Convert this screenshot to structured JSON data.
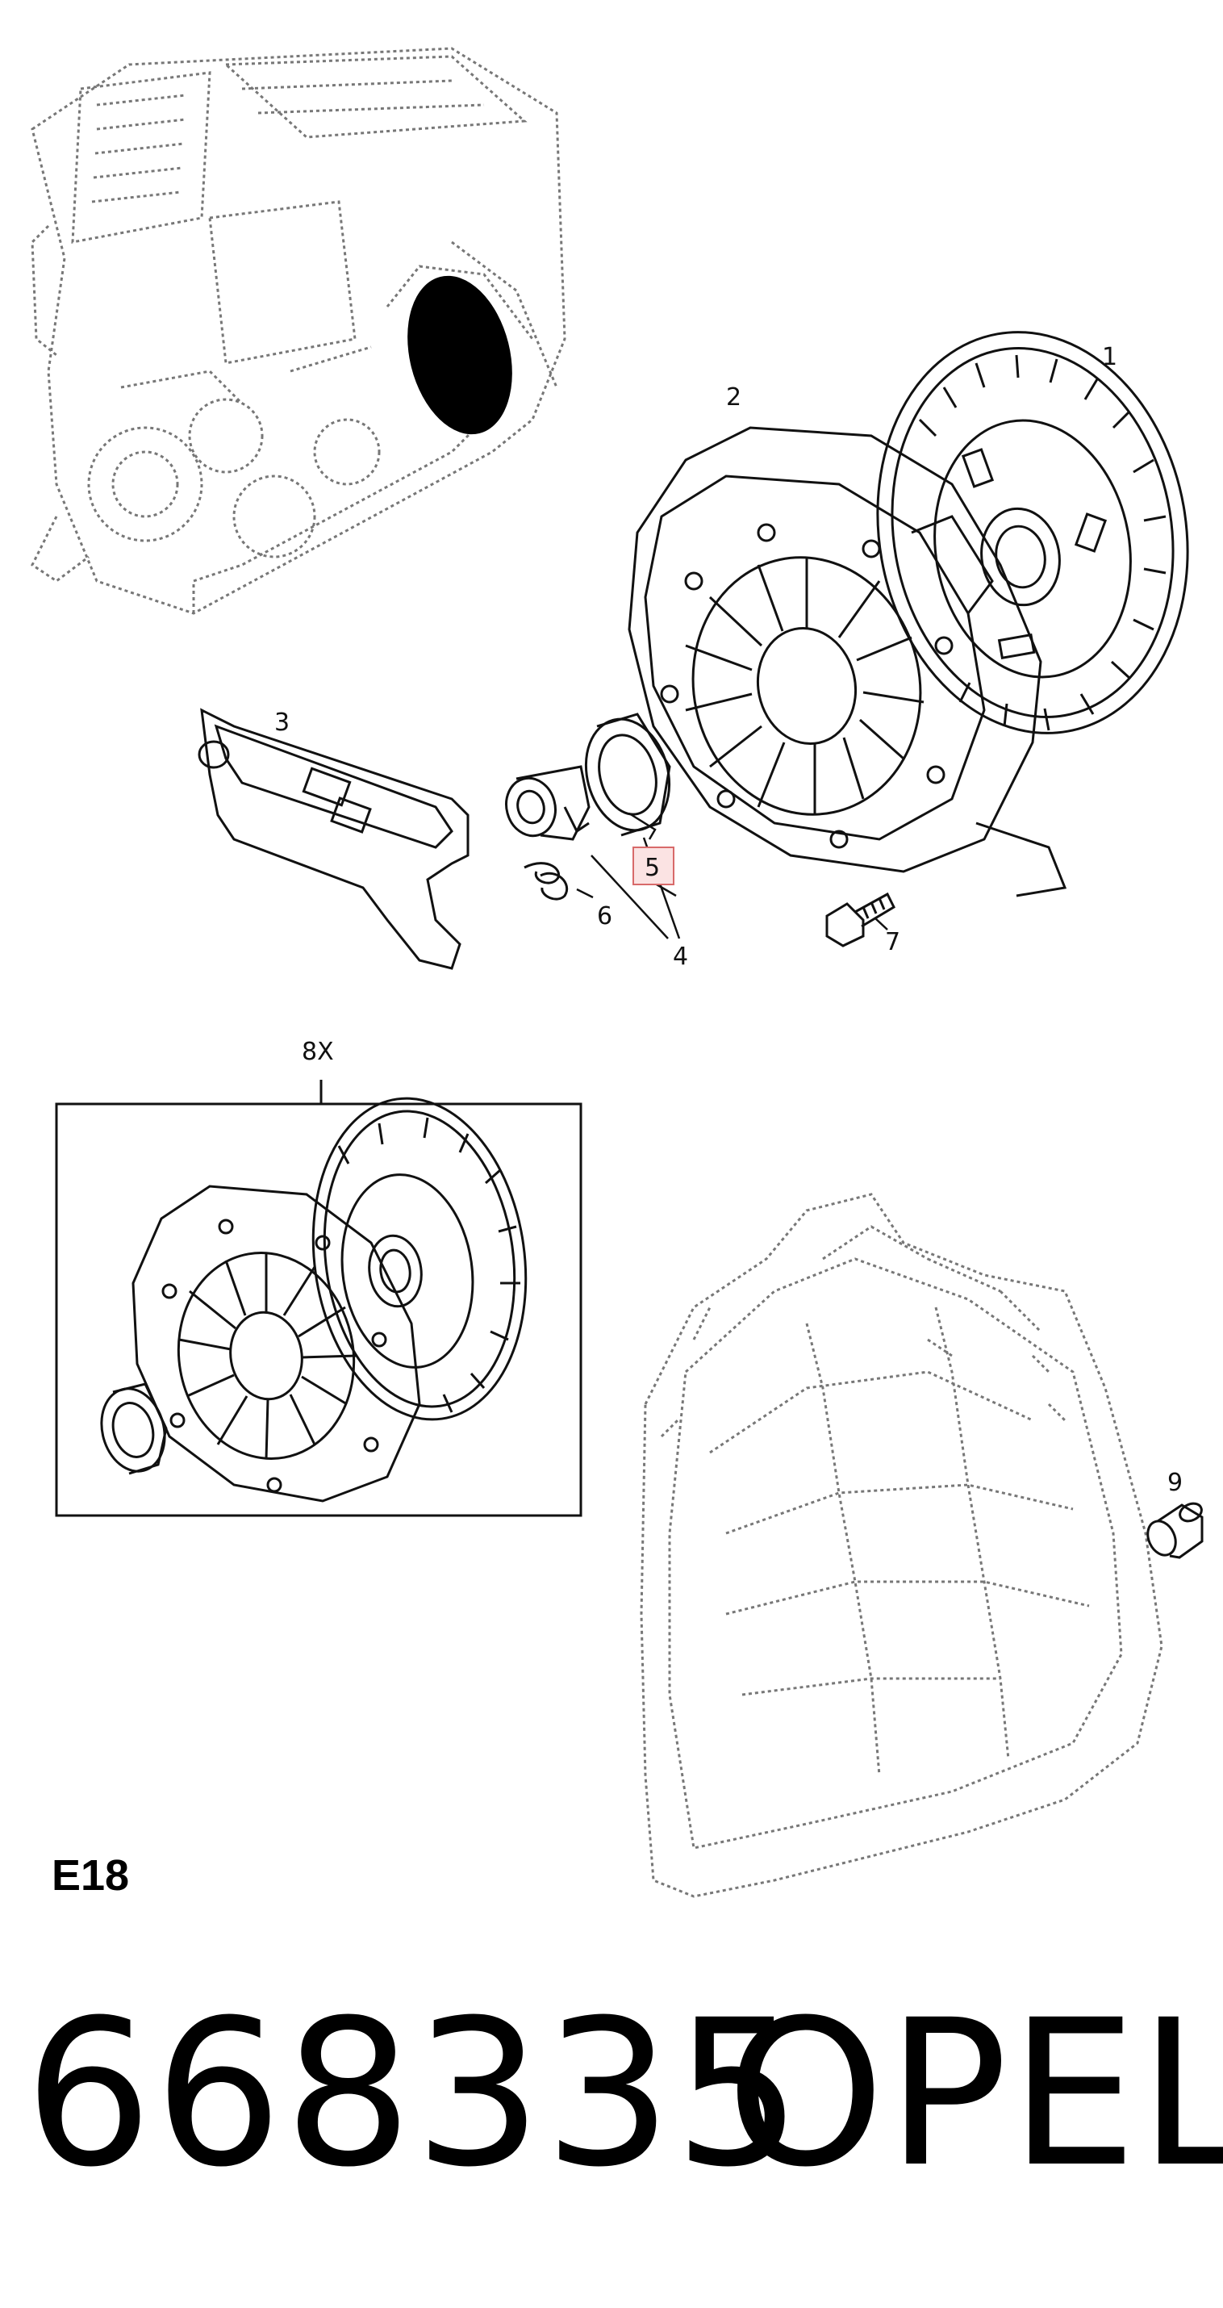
{
  "diagram": {
    "callouts": {
      "c1": "1",
      "c2": "2",
      "c3": "3",
      "c4": "4",
      "c5": "5",
      "c6": "6",
      "c7": "7",
      "c8": "8X",
      "c9": "9"
    },
    "highlighted_callout": "5",
    "engine_code": "E18"
  },
  "footer": {
    "part_number": "668335",
    "brand": "OPEL"
  },
  "colors": {
    "line": "#111111",
    "dotted": "#777777",
    "highlight_fill": "#fbe3e3",
    "highlight_stroke": "#d86a6a"
  }
}
